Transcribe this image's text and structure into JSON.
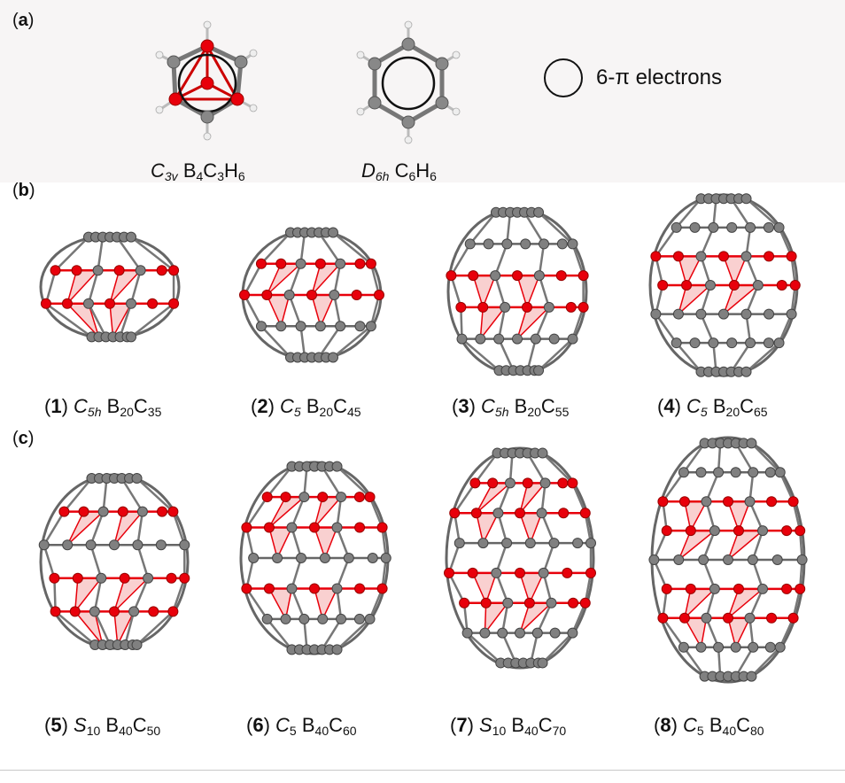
{
  "panels": {
    "a": "a",
    "b": "b",
    "c": "c"
  },
  "legend": {
    "label": "6-π electrons"
  },
  "panel_a": [
    {
      "sym_main": "C",
      "sym_sub": "3v",
      "f1": "B",
      "n1": "4",
      "f2": "C",
      "n2": "3",
      "f3": "H",
      "n3": "6"
    },
    {
      "sym_main": "D",
      "sym_sub": "6h",
      "f1": "C",
      "n1": "6",
      "f2": "H",
      "n2": "6"
    }
  ],
  "panel_b": [
    {
      "num": "1",
      "sym_main": "C",
      "sym_sub": "5h",
      "f1": "B",
      "n1": "20",
      "f2": "C",
      "n2": "35"
    },
    {
      "num": "2",
      "sym_main": "C",
      "sym_sub": "5",
      "f1": "B",
      "n1": "20",
      "f2": "C",
      "n2": "45"
    },
    {
      "num": "3",
      "sym_main": "C",
      "sym_sub": "5h",
      "f1": "B",
      "n1": "20",
      "f2": "C",
      "n2": "55"
    },
    {
      "num": "4",
      "sym_main": "C",
      "sym_sub": "5",
      "f1": "B",
      "n1": "20",
      "f2": "C",
      "n2": "65"
    }
  ],
  "panel_c": [
    {
      "num": "5",
      "sym_main": "S",
      "sym_sub": "10",
      "f1": "B",
      "n1": "40",
      "f2": "C",
      "n2": "50"
    },
    {
      "num": "6",
      "sym_main": "C",
      "sym_sub": "5",
      "f1": "B",
      "n1": "40",
      "f2": "C",
      "n2": "60"
    },
    {
      "num": "7",
      "sym_main": "S",
      "sym_sub": "10",
      "f1": "B",
      "n1": "40",
      "f2": "C",
      "n2": "70"
    },
    {
      "num": "8",
      "sym_main": "C",
      "sym_sub": "5",
      "f1": "B",
      "n1": "40",
      "f2": "C",
      "n2": "80"
    }
  ],
  "colors": {
    "boron": "#e8000b",
    "carbon": "#808080",
    "hydrogen": "#e6e6e6",
    "highlight": "#f4a9a9"
  }
}
